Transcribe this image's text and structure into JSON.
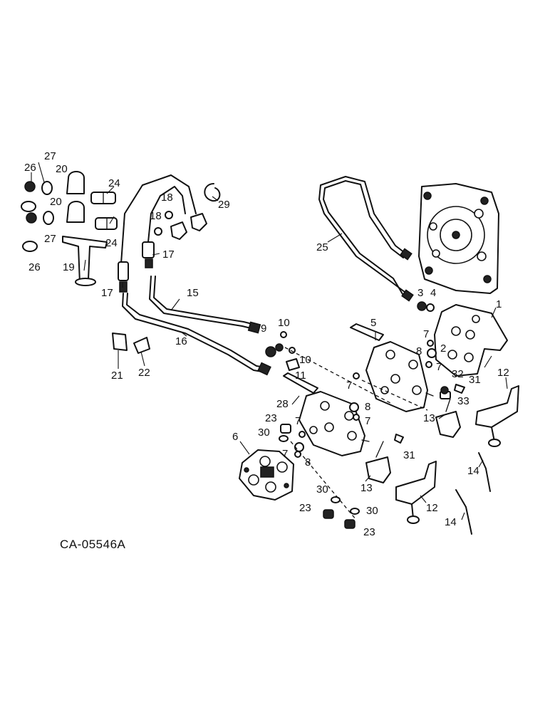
{
  "diagram": {
    "reference_code": "CA-05546A",
    "callouts": {
      "c1": "1",
      "c2": "2",
      "c3": "3",
      "c4": "4",
      "c5": "5",
      "c6": "6",
      "c7a": "7",
      "c7b": "7",
      "c7c": "7",
      "c7d": "7",
      "c7e": "7",
      "c8a": "8",
      "c8b": "8",
      "c8c": "8",
      "c9": "9",
      "c10a": "10",
      "c10b": "10",
      "c11": "11",
      "c12a": "12",
      "c12b": "12",
      "c13a": "13",
      "c13b": "13",
      "c14a": "14",
      "c14b": "14",
      "c15": "15",
      "c16": "16",
      "c17a": "17",
      "c17b": "17",
      "c18a": "18",
      "c18b": "18",
      "c19": "19",
      "c20a": "20",
      "c20b": "20",
      "c21": "21",
      "c22": "22",
      "c23a": "23",
      "c23b": "23",
      "c23c": "23",
      "c24a": "24",
      "c24b": "24",
      "c25": "25",
      "c26a": "26",
      "c26b": "26",
      "c27a": "27",
      "c27b": "27",
      "c28": "28",
      "c29": "29",
      "c30a": "30",
      "c30b": "30",
      "c30c": "30",
      "c31a": "31",
      "c31b": "31",
      "c32": "32",
      "c33": "33"
    }
  }
}
